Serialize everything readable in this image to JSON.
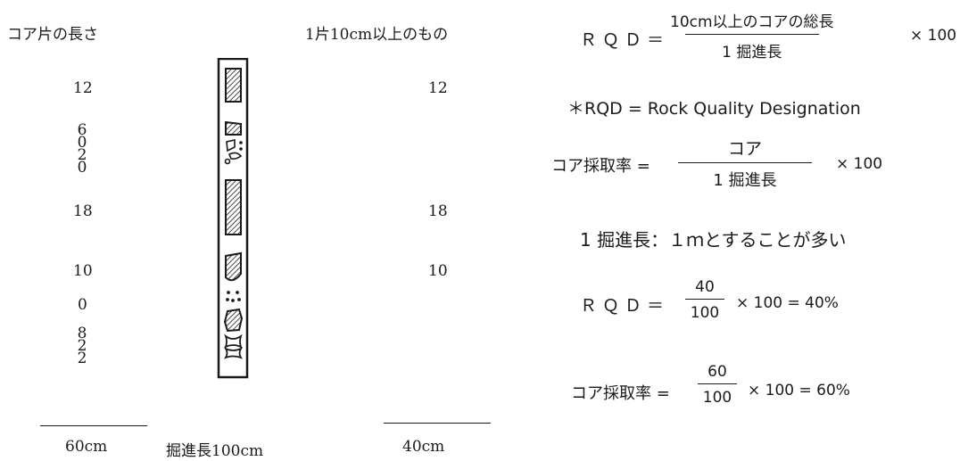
{
  "left": {
    "header_core": "コア片の長さ",
    "header_over10": "1片10cm以上のもの",
    "lengths_all": {
      "row1": "12",
      "group2": [
        "6",
        "0",
        "2",
        "0"
      ],
      "row3": "18",
      "row4": "10",
      "row5": "0",
      "group6": [
        "8",
        "2",
        "2"
      ]
    },
    "lengths_over10": [
      "12",
      "18",
      "10"
    ],
    "bottom_total": "60cm",
    "bottom_advance": "掘進長100cm",
    "bottom_over10": "40cm"
  },
  "right": {
    "rqd_label": "ＲＱＤ＝",
    "rqd_numerator": "10cm以上のコアの総長",
    "rqd_denominator": "1 掘進長",
    "times100": "× 100",
    "note": "＊RQD = Rock Quality Designation",
    "recovery_label": "コア採取率 =",
    "recovery_numerator": "コア",
    "recovery_denominator": "1 掘進長",
    "recovery_times": "× 100",
    "advance_note": "1 掘進長：１ｍとすることが多い",
    "ex_rqd_label": "ＲＱＤ＝",
    "ex_rqd_num": "40",
    "ex_rqd_den": "100",
    "ex_rqd_result": "× 100 = 40%",
    "ex_recovery_label": "コア採取率 =",
    "ex_recovery_num": "60",
    "ex_recovery_den": "100",
    "ex_recovery_result": "× 100 = 60%"
  }
}
